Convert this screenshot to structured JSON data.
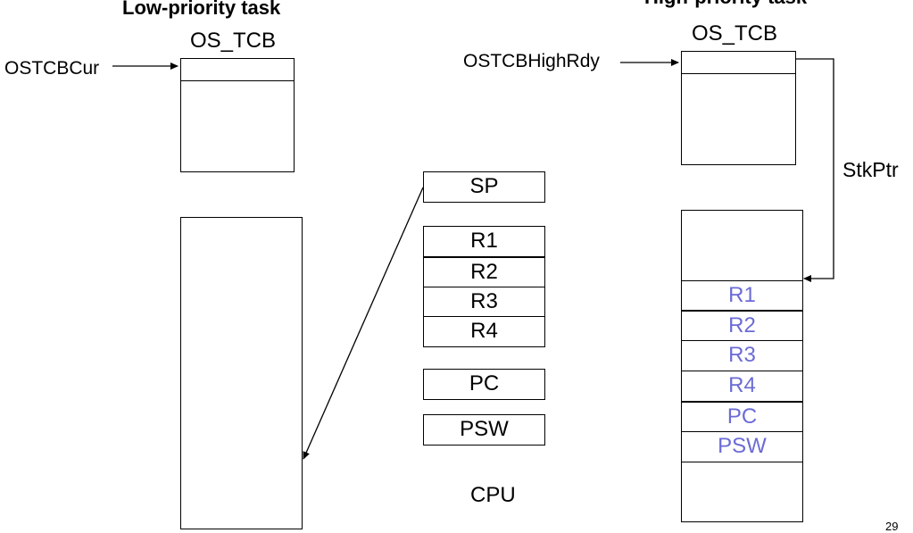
{
  "low_task": {
    "title": "Low-priority task",
    "tcb_label": "OS_TCB",
    "pointer_label": "OSTCBCur"
  },
  "high_task": {
    "title": "High-priority task",
    "tcb_label": "OS_TCB",
    "pointer_label": "OSTCBHighRdy",
    "stkptr_label": "StkPtr",
    "stack_entries": [
      "R1",
      "R2",
      "R3",
      "R4",
      "PC",
      "PSW"
    ],
    "stack_entry_color": "#6b6bd6"
  },
  "cpu": {
    "label": "CPU",
    "sp": "SP",
    "registers": [
      "R1",
      "R2",
      "R3",
      "R4"
    ],
    "pc": "PC",
    "psw": "PSW"
  },
  "page_number": "29"
}
